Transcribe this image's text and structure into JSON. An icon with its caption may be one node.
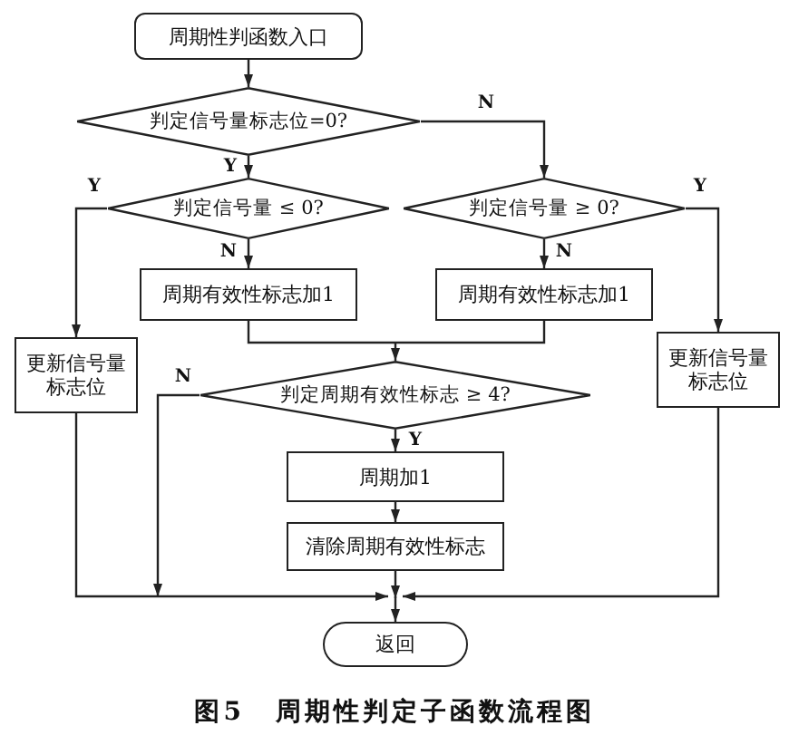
{
  "diagram": {
    "caption": "图5 周期性判定子函数流程图",
    "nodes": [
      {
        "text": [
          "周期性判函数入口"
        ]
      },
      {
        "text": [
          "判定信号量标志位=0?"
        ]
      },
      {
        "text": [
          "判定信号量 ≤ 0?"
        ]
      },
      {
        "text": [
          "判定信号量 ≥ 0?"
        ]
      },
      {
        "text": [
          "周期有效性标志加1"
        ]
      },
      {
        "text": [
          "周期有效性标志加1"
        ]
      },
      {
        "text": [
          "更新信号量标志位"
        ]
      },
      {
        "text": [
          "更新信号量标志位"
        ]
      },
      {
        "text": [
          "判定周期有效性标志 ≥ 4?"
        ]
      },
      {
        "text": [
          "周期加1"
        ]
      },
      {
        "text": [
          "清除周期有效性标志"
        ]
      },
      {
        "text": [
          "返回"
        ]
      }
    ],
    "edges": [
      {
        "from": 0,
        "to": 1,
        "arrow": "to"
      },
      {
        "from": 1,
        "to": 2,
        "arrow": "to",
        "label": "Y"
      },
      {
        "from": 1,
        "to": 3,
        "arrow": "to",
        "label": "N"
      },
      {
        "from": 2,
        "to": 6,
        "arrow": "to",
        "label": "Y"
      },
      {
        "from": 2,
        "to": 4,
        "arrow": "to",
        "label": "N"
      },
      {
        "from": 3,
        "to": 5,
        "arrow": "to",
        "label": "N"
      },
      {
        "from": 3,
        "to": 7,
        "arrow": "to",
        "label": "Y"
      },
      {
        "from": 4,
        "to": 8,
        "arrow": "to"
      },
      {
        "from": 5,
        "to": 8,
        "arrow": "to"
      },
      {
        "from": 8,
        "to": 11,
        "arrow": "to",
        "label": "N"
      },
      {
        "from": 8,
        "to": 9,
        "arrow": "to",
        "label": "Y"
      },
      {
        "from": 9,
        "to": 10,
        "arrow": "to"
      },
      {
        "from": 10,
        "to": 11,
        "arrow": "to"
      },
      {
        "from": 6,
        "to": 11,
        "arrow": "to"
      },
      {
        "from": 7,
        "to": 11,
        "arrow": "to"
      }
    ]
  }
}
